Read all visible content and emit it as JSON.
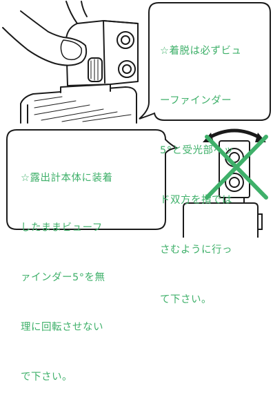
{
  "notes": {
    "top": {
      "lines": [
        "☆着脱は必ずビュ",
        "ーファインダー",
        "5°と受光部ヘッ",
        "ド双方を指では",
        "さむように行っ",
        "て下さい。"
      ]
    },
    "bottom": {
      "lines": [
        "☆露出計本体に装着",
        "したままビューフ",
        "ァインダー5°を無",
        "理に回転させない",
        "で下さい。"
      ]
    }
  },
  "colors": {
    "text": "#3fb06a",
    "ink": "#1a1a1a",
    "cross": "#3fb06a"
  },
  "icons": {
    "rotation": "double-headed-curved-arrow-icon",
    "prohibited": "green-x-cross-icon"
  }
}
